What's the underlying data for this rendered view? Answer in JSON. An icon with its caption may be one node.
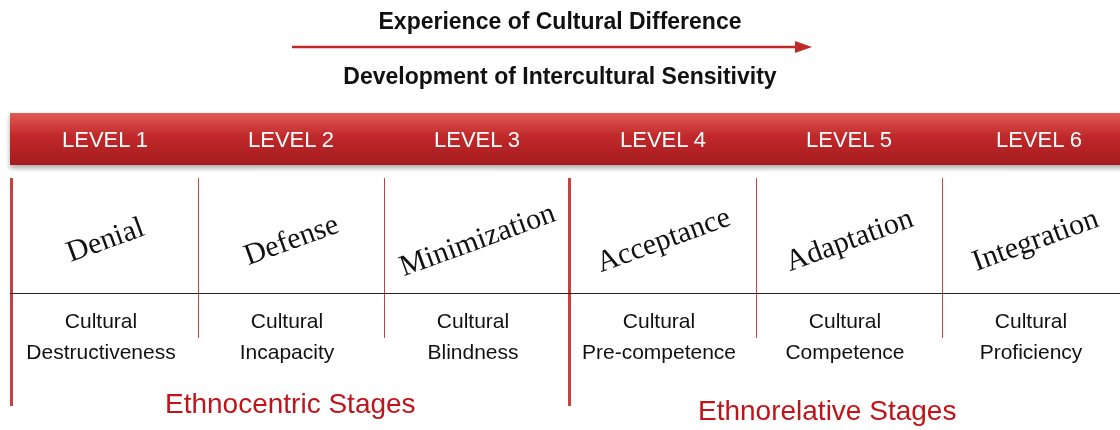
{
  "diagram": {
    "labels": [
      "Experience of Cultural Difference",
      "Development of Intercultural Sensitivity",
      "LEVEL 1",
      "LEVEL 2",
      "LEVEL 3",
      "LEVEL 4",
      "LEVEL 5",
      "LEVEL 6",
      "Denial",
      "Defense",
      "Minimization",
      "Acceptance",
      "Adaptation",
      "Integration",
      "Cultural Destructiveness",
      "Cultural Incapacity",
      "Cultural Blindness",
      "Cultural Pre-competence",
      "Cultural Competence",
      "Cultural Proficiency",
      "Ethnocentric Stages",
      "Ethnorelative Stages"
    ]
  }
}
